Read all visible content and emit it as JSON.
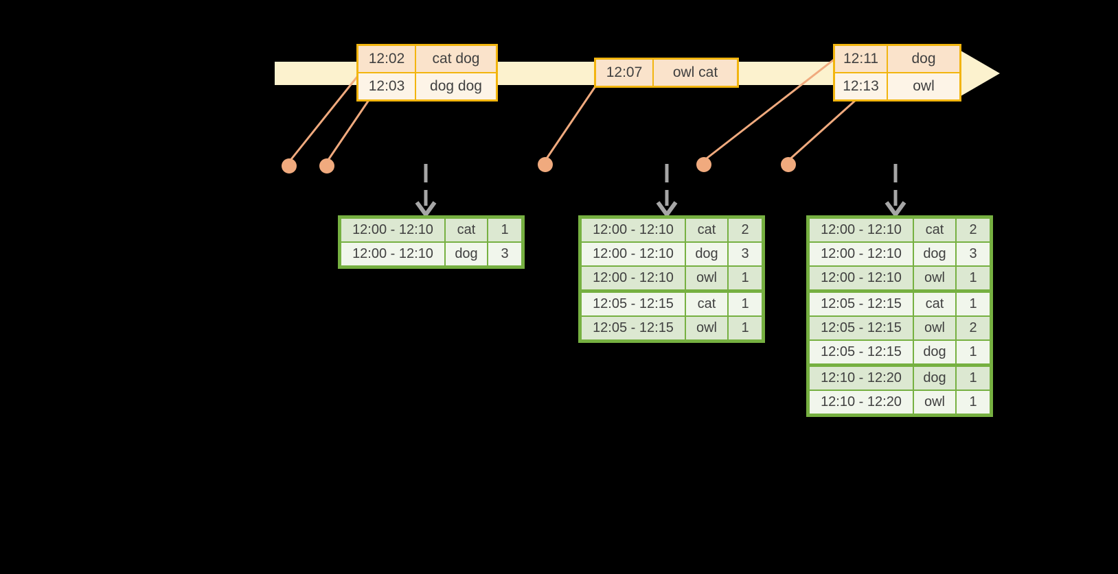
{
  "colors": {
    "background": "#000000",
    "timeline_fill": "#FCF2CE",
    "event_border": "#F2B50F",
    "event_row_dark": "#FAE3CB",
    "event_row_light": "#FDF4E7",
    "connector": "#F0AA7E",
    "table_border": "#76B041",
    "table_row_dark": "#DCE8D1",
    "table_row_light": "#F1F6EC",
    "trigger_arrow": "#A6A6A6",
    "text": "#404040"
  },
  "timeline": {
    "events": [
      {
        "rows": [
          {
            "time": "12:02",
            "words": "cat dog"
          },
          {
            "time": "12:03",
            "words": "dog dog"
          }
        ]
      },
      {
        "rows": [
          {
            "time": "12:07",
            "words": "owl cat"
          }
        ]
      },
      {
        "rows": [
          {
            "time": "12:11",
            "words": "dog"
          },
          {
            "time": "12:13",
            "words": "owl"
          }
        ]
      }
    ]
  },
  "result_tables": [
    {
      "rows": [
        {
          "window": "12:00 - 12:10",
          "word": "cat",
          "count": "1"
        },
        {
          "window": "12:00 - 12:10",
          "word": "dog",
          "count": "3"
        }
      ]
    },
    {
      "rows": [
        {
          "window": "12:00 - 12:10",
          "word": "cat",
          "count": "2"
        },
        {
          "window": "12:00 - 12:10",
          "word": "dog",
          "count": "3"
        },
        {
          "window": "12:00 - 12:10",
          "word": "owl",
          "count": "1"
        },
        {
          "window": "12:05 - 12:15",
          "word": "cat",
          "count": "1"
        },
        {
          "window": "12:05 - 12:15",
          "word": "owl",
          "count": "1"
        }
      ]
    },
    {
      "rows": [
        {
          "window": "12:00 - 12:10",
          "word": "cat",
          "count": "2"
        },
        {
          "window": "12:00 - 12:10",
          "word": "dog",
          "count": "3"
        },
        {
          "window": "12:00 - 12:10",
          "word": "owl",
          "count": "1"
        },
        {
          "window": "12:05 - 12:15",
          "word": "cat",
          "count": "1"
        },
        {
          "window": "12:05 - 12:15",
          "word": "owl",
          "count": "2"
        },
        {
          "window": "12:05 - 12:15",
          "word": "dog",
          "count": "1"
        },
        {
          "window": "12:10 - 12:20",
          "word": "dog",
          "count": "1"
        },
        {
          "window": "12:10 - 12:20",
          "word": "owl",
          "count": "1"
        }
      ]
    }
  ]
}
